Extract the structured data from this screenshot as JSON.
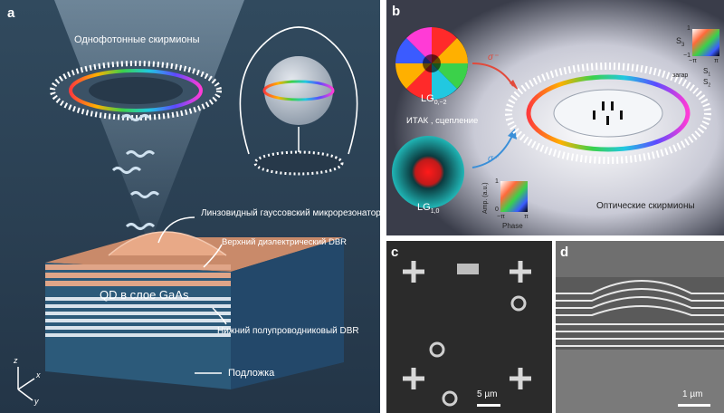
{
  "panels": {
    "a": {
      "label": "a",
      "title": "Однофотонные скирмионы",
      "microresonator": "Линзовидный гауссовский микрорезонатор",
      "top_dbr": "Верхний диэлектрический DBR",
      "qd_layer": "QD в слое GaAs",
      "bottom_dbr": "Нижний полупроводниковый DBR",
      "substrate": "Подложка",
      "axis_z": "z",
      "axis_x": "x",
      "axis_y": "y"
    },
    "b": {
      "label": "b",
      "lg_top": "LG",
      "lg_top_sub": "0,−2",
      "lg_bottom": "LG",
      "lg_bottom_sub": "1,0",
      "coupling": "ИТАК , сцепление",
      "sigma_plus": "σ⁺",
      "sigma_minus": "σ⁻",
      "optical_skyrmions": "Оптические скирмионы",
      "s3_label": "S",
      "s3_sub": "3",
      "s_one": "1",
      "s_minus_one": "−1",
      "s_minus_pi": "−π",
      "s_pi": "π",
      "arg_label": "загар",
      "frac_top": "S",
      "frac_top_sub": "1",
      "frac_bottom": "S",
      "frac_bottom_sub": "2",
      "amp_label": "Amp. (a.u.)",
      "amp_one": "1",
      "amp_zero": "0",
      "phase_minus_pi": "−π",
      "phase_pi": "π",
      "phase_label": "Phase"
    },
    "c": {
      "label": "c",
      "scale_bar": "5 µm"
    },
    "d": {
      "label": "d",
      "scale_bar": "1 µm"
    }
  },
  "colors": {
    "panel_a_bg": "#2d4458",
    "panel_b_bg": "#2a2d36",
    "arrow_red": "#e24a3b",
    "arrow_blue": "#3a8fd8"
  }
}
